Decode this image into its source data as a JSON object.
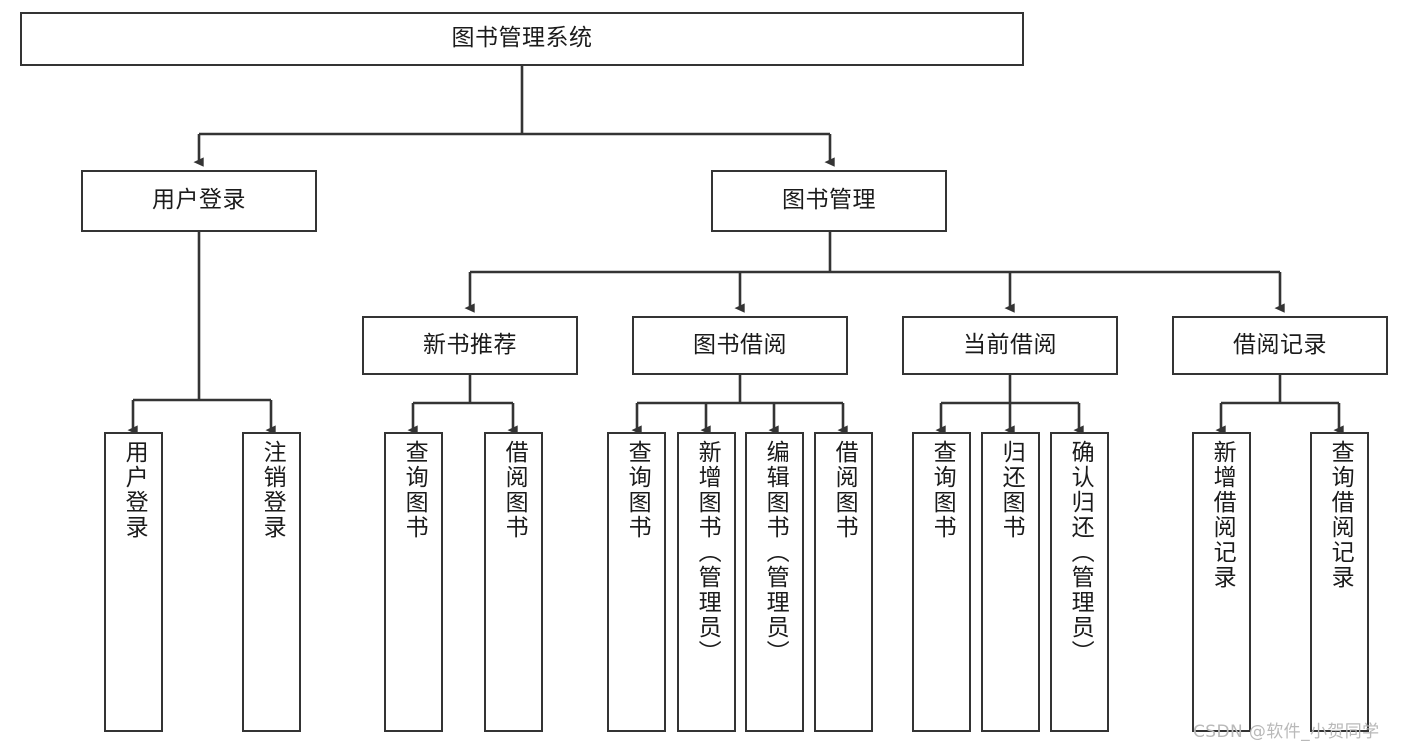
{
  "diagram": {
    "title": "图书管理系统",
    "type": "hierarchy-tree",
    "style": {
      "box_border": "#343434",
      "box_fill": "#ffffff",
      "line": "#343434",
      "text": "#1b1b1b",
      "watermark": "#b9b9b9"
    },
    "levels": {
      "root": {
        "label": "图书管理系统"
      },
      "level2": [
        {
          "label": "用户登录"
        },
        {
          "label": "图书管理"
        }
      ],
      "level3": [
        {
          "label": "新书推荐"
        },
        {
          "label": "图书借阅"
        },
        {
          "label": "当前借阅"
        },
        {
          "label": "借阅记录"
        }
      ],
      "leaves": {
        "user_login": [
          {
            "label": "用户登录"
          },
          {
            "label": "注销登录"
          }
        ],
        "new_book_recommend": [
          {
            "label": "查询图书"
          },
          {
            "label": "借阅图书"
          }
        ],
        "book_borrow": [
          {
            "label": "查询图书"
          },
          {
            "label": "新增图书（管理员）"
          },
          {
            "label": "编辑图书（管理员）"
          },
          {
            "label": "借阅图书"
          }
        ],
        "current_borrow": [
          {
            "label": "查询图书"
          },
          {
            "label": "归还图书"
          },
          {
            "label": "确认归还（管理员）"
          }
        ],
        "borrow_records": [
          {
            "label": "新增借阅记录"
          },
          {
            "label": "查询借阅记录"
          }
        ]
      }
    }
  },
  "watermark": {
    "text": "CSDN @软件_小贺同学"
  }
}
